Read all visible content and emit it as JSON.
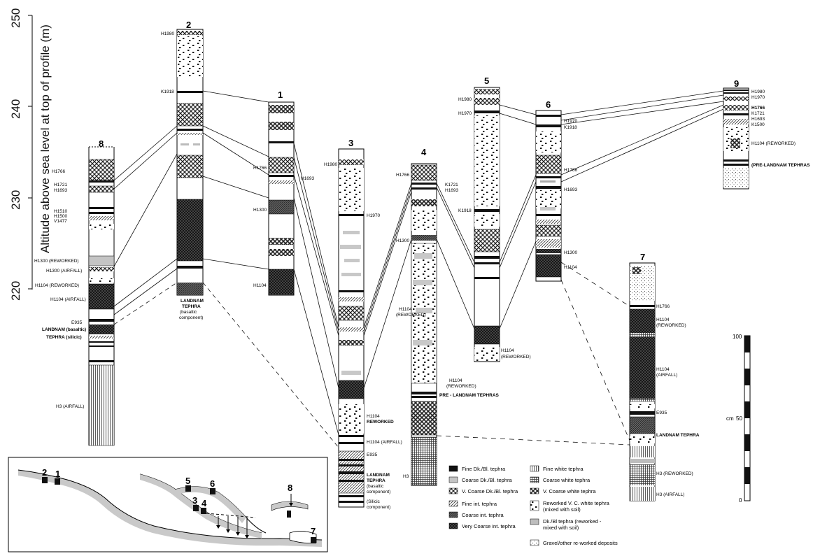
{
  "figure": {
    "y_axis": {
      "label": "Altitude above sea level at top of profile (m)",
      "ticks": [
        "250",
        "240",
        "230",
        "220"
      ]
    },
    "columns": [
      {
        "id": "col8",
        "number": "8",
        "labels": [
          "H1766",
          "H1721",
          "H1693",
          "H1510",
          "H1500",
          "V1477",
          "H1300 (REWORKED)",
          "H1300 (AIRFALL)",
          "H1104 (REWORKED)",
          "H1104 (AIRFALL)",
          "E935",
          "LANDNAM (basaltic)",
          "TEPHRA (silicic)",
          "H3 (AIRFALL)"
        ]
      },
      {
        "id": "col2",
        "number": "2",
        "labels": [
          "H1980",
          "K1918",
          "LANDNAM",
          "TEPHRA",
          "(basaltic",
          "component)"
        ]
      },
      {
        "id": "col1",
        "number": "1",
        "labels": [
          "H1766",
          "H1693",
          "H1300",
          "H1104"
        ]
      },
      {
        "id": "col3",
        "number": "3",
        "labels": [
          "H1980",
          "H1970",
          "H1104",
          "REWORKED",
          "H1104 (AIRFALL)",
          "E935",
          "LANDNAM",
          "TEPHRA",
          "(basaltic",
          "component)",
          "(Silicic",
          "component)"
        ]
      },
      {
        "id": "col4",
        "number": "4",
        "labels": [
          "H1766",
          "K1721",
          "H1693",
          "H1300",
          "H1104",
          "(REWORKED)",
          "H1104",
          "(REWORKED)",
          "PRE - LANDNAM TEPHRAS",
          "H3"
        ]
      },
      {
        "id": "col5",
        "number": "5",
        "labels": [
          "H1980",
          "H1970",
          "K1918",
          "H1104",
          "(REWORKED)"
        ]
      },
      {
        "id": "col6",
        "number": "6",
        "labels": [
          "H1970",
          "K1918",
          "H1766",
          "H1693",
          "H1300",
          "H1104"
        ]
      },
      {
        "id": "col9",
        "number": "9",
        "labels": [
          "H1980",
          "H1970",
          "H1766",
          "K1721",
          "H1693",
          "K1500",
          "H1104 (REWORKED)",
          "(PRE-LANDNAM TEPHRAS"
        ]
      },
      {
        "id": "col7",
        "number": "7",
        "labels": [
          "H1766",
          "H1104",
          "(REWORKED)",
          "H1104",
          "(AIRFALL)",
          "E935",
          "LANDNAM TEPHRA",
          "H3 (REWORKED)",
          "H3 (AIRFALL)"
        ]
      }
    ],
    "scale_bar": {
      "unit": "cm",
      "ticks": [
        "100",
        "50",
        "0"
      ]
    },
    "legend": [
      {
        "id": "fine-dark",
        "label": "Fine Dk./Bl. tephra"
      },
      {
        "id": "coarse-dark",
        "label": "Coarse Dk./Bl. tephra"
      },
      {
        "id": "vcoarse-dark",
        "label": "V. Coarse Dk./Bl. tephra"
      },
      {
        "id": "fine-int",
        "label": "Fine int. tephra"
      },
      {
        "id": "coarse-int",
        "label": "Coarse int. tephra"
      },
      {
        "id": "vcoarse-int",
        "label": "Very Coarse int. tephra"
      },
      {
        "id": "fine-white",
        "label": "Fine white tephra"
      },
      {
        "id": "coarse-white",
        "label": "Coarse white tephra"
      },
      {
        "id": "vcoarse-white",
        "label": "V. Coarse white tephra"
      },
      {
        "id": "reworked-white",
        "label": "Reworked V. C. white tephra",
        "sub": "(mixed with soil)"
      },
      {
        "id": "reworked-dark",
        "label": "Dk./Bl tephra (reworked -",
        "sub": "mixed with soil)"
      },
      {
        "id": "gravel",
        "label": "Gravel/other re-worked deposits"
      }
    ],
    "inset": {
      "site_labels": [
        "2",
        "1",
        "5",
        "6",
        "3",
        "4",
        "8",
        "7"
      ]
    }
  }
}
